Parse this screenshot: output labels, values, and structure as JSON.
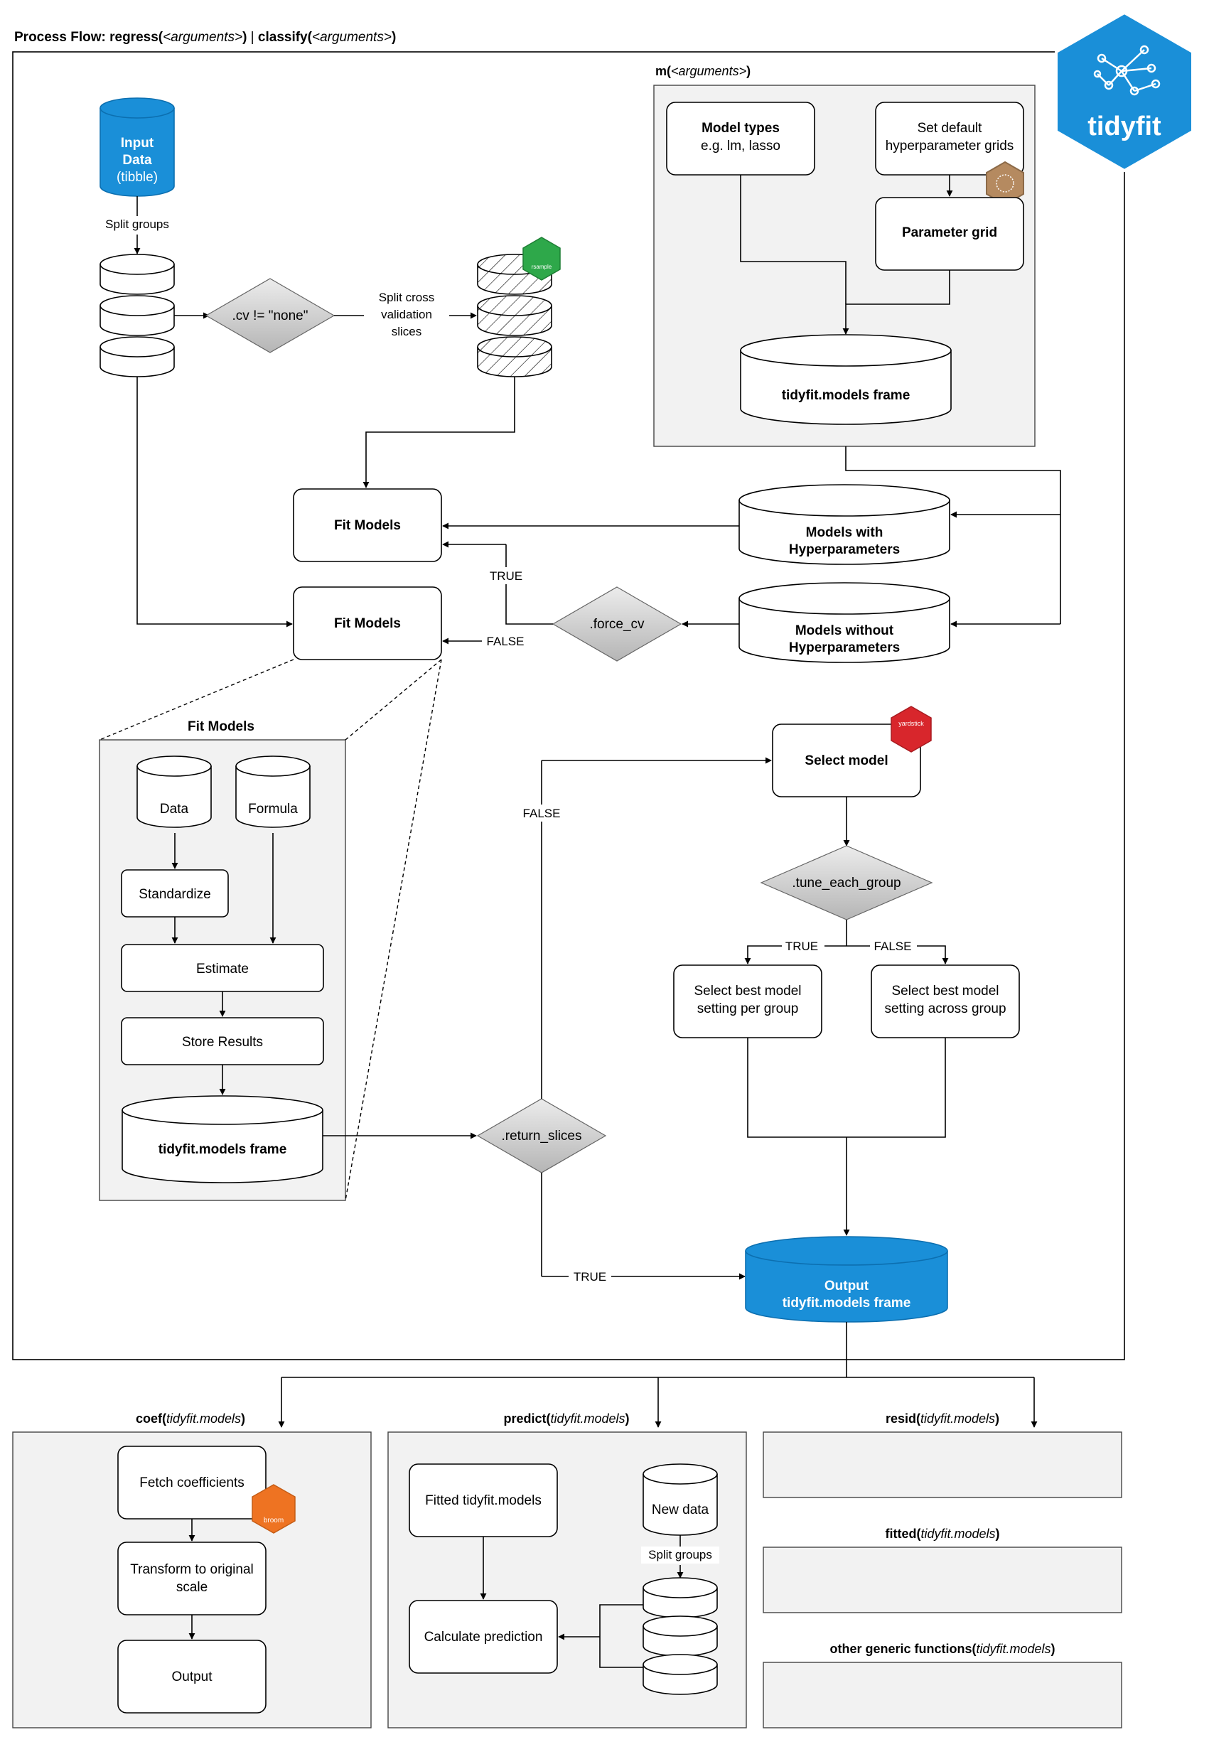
{
  "header": {
    "title_p1": "Process Flow: ",
    "title_fn1": "regress",
    "title_args1": "<arguments>",
    "title_sep": " | ",
    "title_fn2": "classify",
    "title_args2": "<arguments>"
  },
  "logo": {
    "text": "tidyfit"
  },
  "m_panel": {
    "title_fn": "m",
    "title_args": "<arguments>",
    "model_types_title": "Model types",
    "model_types_sub": "e.g. lm, lasso",
    "grids_line1": "Set default",
    "grids_line2": "hyperparameter grids",
    "param_grid": "Parameter grid",
    "models_frame": "tidyfit.models frame"
  },
  "input_data": {
    "line1": "Input",
    "line2": "Data",
    "line3": "(tibble)"
  },
  "split_groups": "Split groups",
  "cv_diamond": ".cv != \"none\"",
  "split_cv": {
    "line1": "Split cross",
    "line2": "validation",
    "line3": "slices"
  },
  "rsample_badge": "rsample",
  "fit_models_top": "Fit Models",
  "fit_models_mid": "Fit Models",
  "models_with": {
    "line1": "Models with",
    "line2": "Hyperparameters"
  },
  "models_without": {
    "line1": "Models without",
    "line2": "Hyperparameters"
  },
  "force_cv": ".force_cv",
  "true_label": "TRUE",
  "false_label": "FALSE",
  "fit_panel": {
    "title": "Fit Models",
    "data": "Data",
    "formula": "Formula",
    "standardize": "Standardize",
    "estimate": "Estimate",
    "store_results": "Store Results",
    "frame": "tidyfit.models frame"
  },
  "select_model": "Select model",
  "yardstick_badge": "yardstick",
  "tune_each_group": ".tune_each_group",
  "best_per_group": {
    "line1": "Select best model",
    "line2": "setting per group"
  },
  "best_across_group": {
    "line1": "Select best model",
    "line2": "setting across group"
  },
  "return_slices": ".return_slices",
  "output": {
    "line1": "Output",
    "line2": "tidyfit.models frame"
  },
  "coef": {
    "title_fn": "coef",
    "title_args": "tidyfit.models",
    "fetch": "Fetch coefficients",
    "transform_line1": "Transform to original",
    "transform_line2": "scale",
    "output": "Output",
    "broom_badge": "broom"
  },
  "predict": {
    "title_fn": "predict",
    "title_args": "tidyfit.models",
    "fitted": "Fitted tidyfit.models",
    "new_data": "New data",
    "split_groups": "Split groups",
    "calc": "Calculate prediction"
  },
  "resid": {
    "title_fn": "resid",
    "title_args": "tidyfit.models"
  },
  "fitted": {
    "title_fn": "fitted",
    "title_args": "tidyfit.models"
  },
  "other": {
    "title_fn": "other generic functions",
    "title_args": "tidyfit.models"
  },
  "colors": {
    "blue": "#1a8fd8",
    "panel_fill": "#f2f2f2",
    "diamond_fill": "#c8c8c8",
    "rsample_green": "#2ea84a",
    "yardstick_red": "#d8262c",
    "broom_orange": "#ee7322",
    "hex_brown": "#b58a60"
  }
}
